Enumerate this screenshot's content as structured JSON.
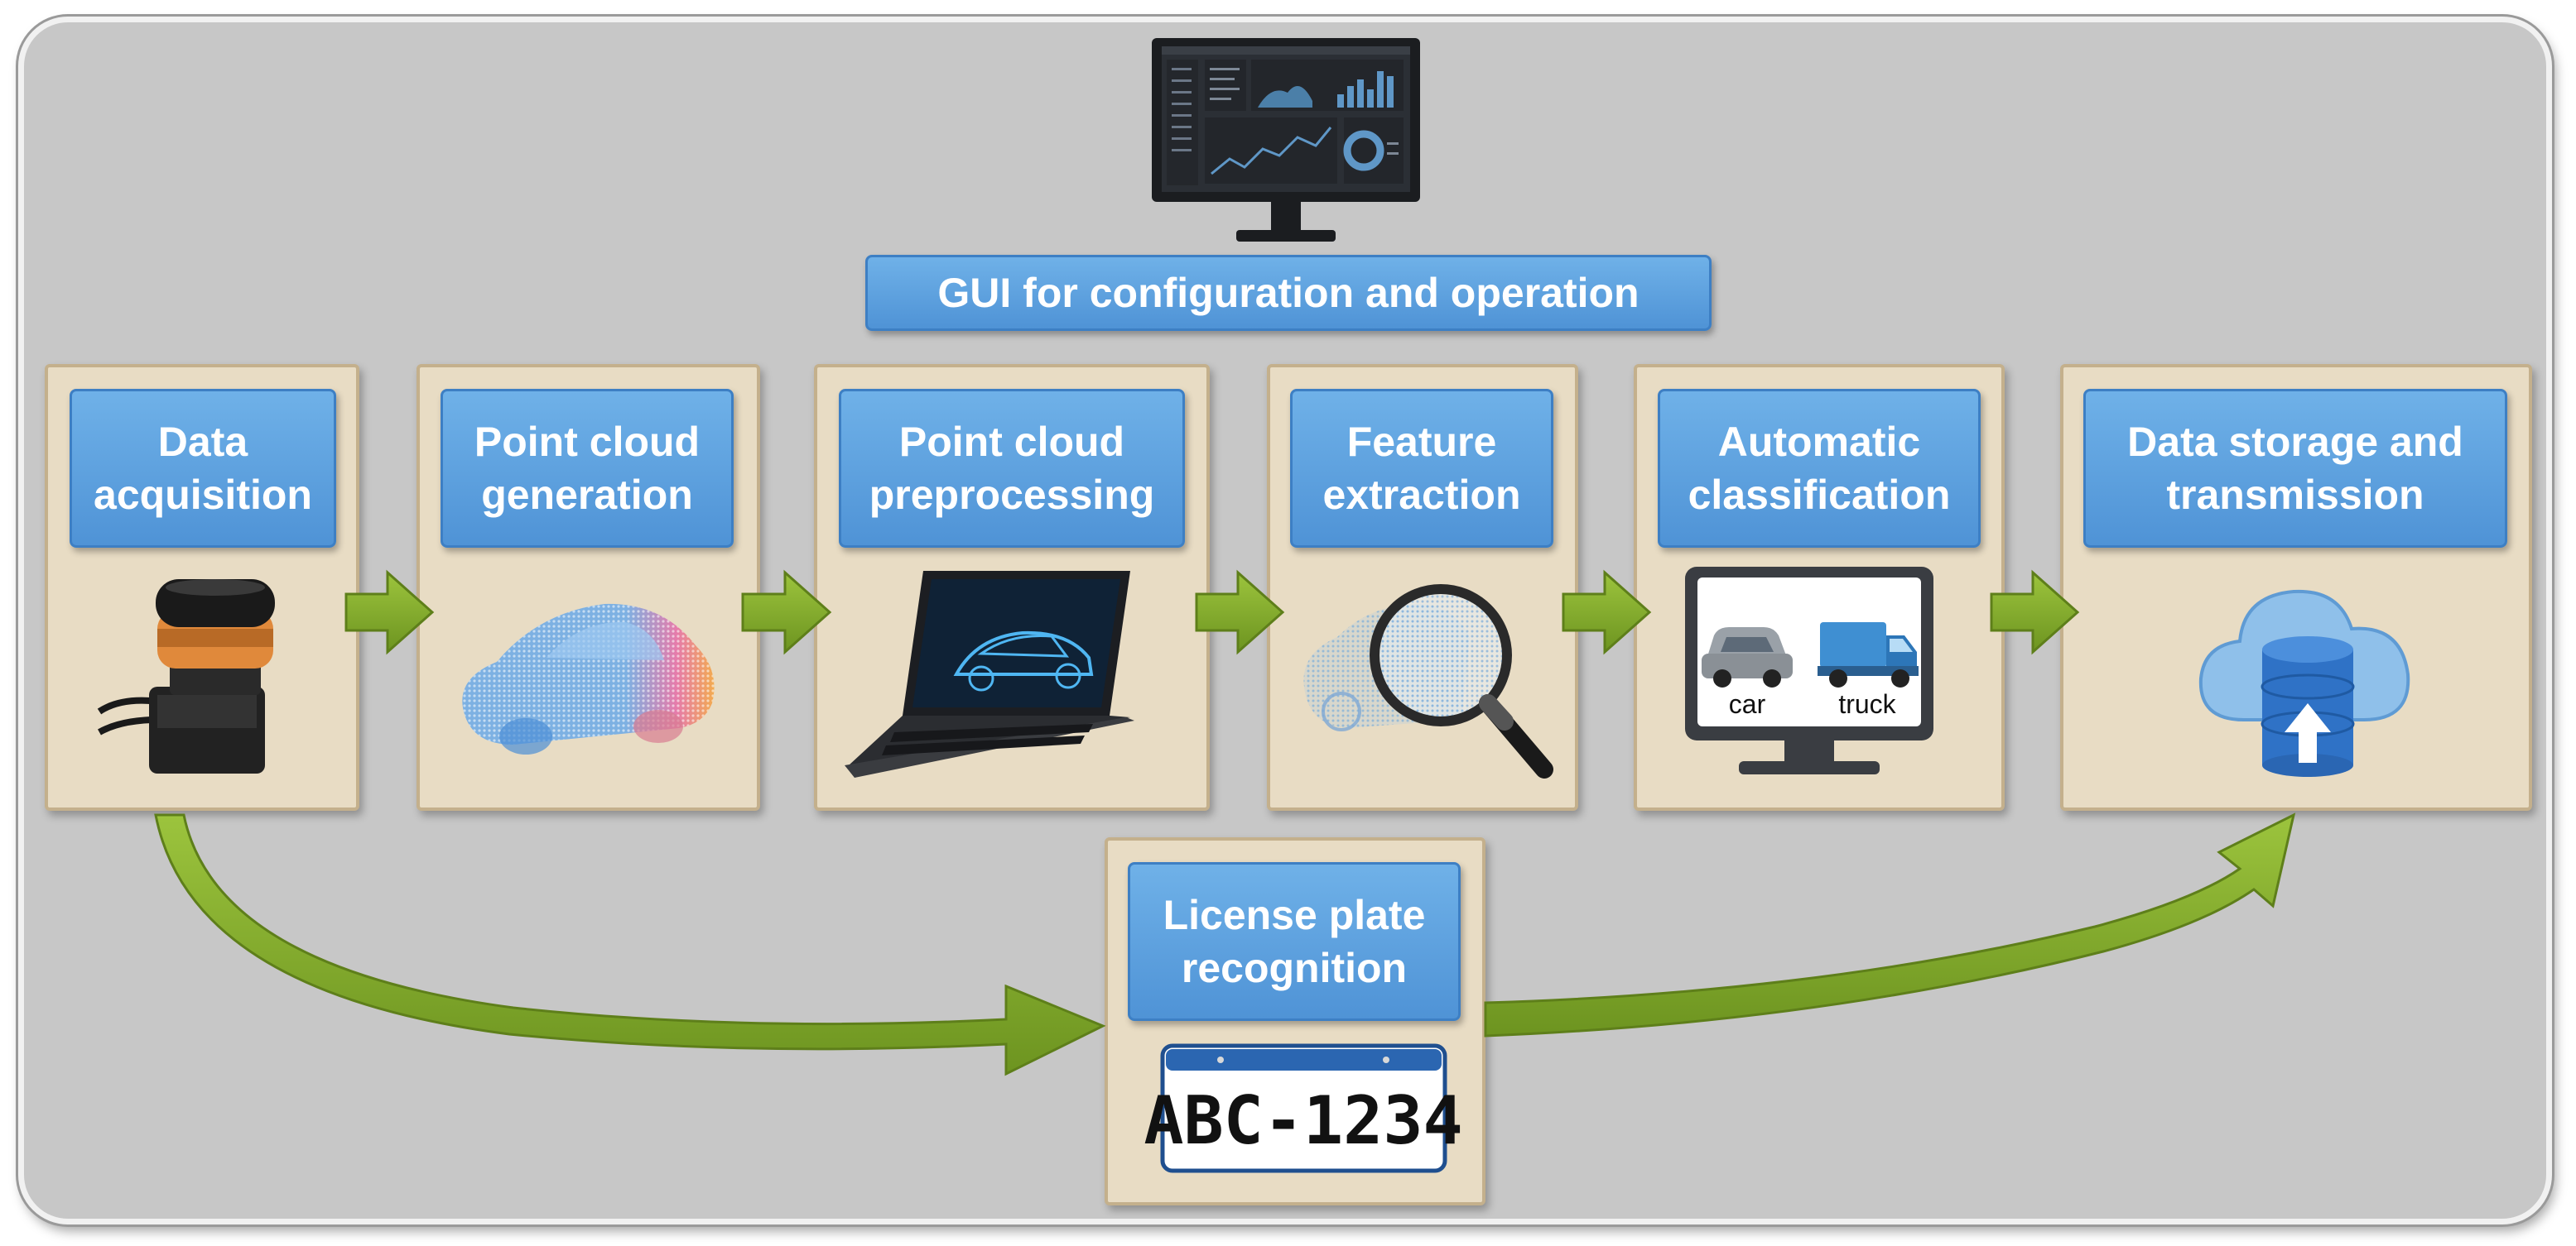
{
  "diagram": {
    "gui": {
      "label": "GUI for configuration and operation",
      "icon": "monitor-dashboard-icon"
    },
    "stages": [
      {
        "id": "data-acquisition",
        "label": "Data\nacquisition",
        "icon": "lidar-sensor-icon"
      },
      {
        "id": "point-cloud-generation",
        "label": "Point cloud\ngeneration",
        "icon": "point-cloud-car-icon"
      },
      {
        "id": "point-cloud-preprocessing",
        "label": "Point cloud\npreprocessing",
        "icon": "laptop-point-cloud-icon"
      },
      {
        "id": "feature-extraction",
        "label": "Feature\nextraction",
        "icon": "magnifier-point-cloud-icon"
      },
      {
        "id": "automatic-classification",
        "label": "Automatic\nclassification",
        "icon": "classification-monitor-icon",
        "classes": [
          "car",
          "truck"
        ]
      },
      {
        "id": "data-storage-transmission",
        "label": "Data storage and\ntransmission",
        "icon": "cloud-database-icon"
      }
    ],
    "license_plate": {
      "label": "License plate\nrecognition",
      "plate_text": "ABC-1234",
      "icon": "license-plate-icon"
    },
    "colors": {
      "background": "#c7c7c7",
      "panel": "#e8dcc4",
      "label": "#5a9fdf",
      "arrow": "#7fa628"
    }
  }
}
